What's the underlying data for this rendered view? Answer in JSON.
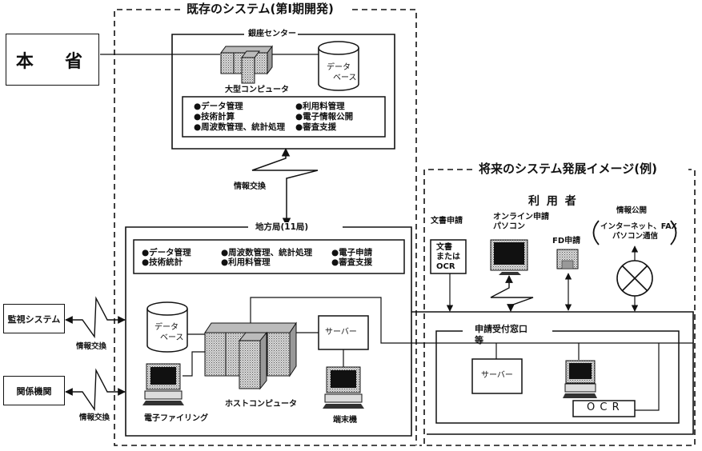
{
  "titles": {
    "existing_system": "既存のシステム(第Ⅰ期開発)",
    "future_system": "将来のシステム発展イメージ(例)"
  },
  "ministry": {
    "label": "本  省"
  },
  "ginza_center": {
    "label": "銀座センター",
    "mainframe_label": "大型コンピュータ",
    "database_label_1": "データ",
    "database_label_2": "ベース",
    "features": [
      "●データ管理",
      "●技術計算",
      "●周波数管理、統計処理",
      "●利用料管理",
      "●電子情報公開",
      "●審査支援"
    ]
  },
  "info_exchange_label": "情報交換",
  "regional_bureau": {
    "label": "地方局(11局)",
    "features": [
      "●データ管理",
      "●技術統計",
      "●周波数管理、統計処理",
      "●利用料管理",
      "●電子申請",
      "●審査支援"
    ],
    "database_label_1": "データ",
    "database_label_2": "ベース",
    "host_label": "ホストコンピュータ",
    "server_label": "サーバー",
    "terminal_label": "端末機",
    "e_filing_label": "電子ファイリング"
  },
  "external": {
    "monitoring_system": "監視システム",
    "related_orgs": "関係機関",
    "exchange_label_1": "情報交換",
    "exchange_label_2": "情報交換"
  },
  "future": {
    "users_label": "利 用 者",
    "document_application": "文書申請",
    "document_box_lines": [
      "文書",
      "または",
      "OCR"
    ],
    "online_application_1": "オンライン申請",
    "online_application_2": "パソコン",
    "fd_application": "FD申請",
    "info_disclosure": "情報公開",
    "info_disclosure_detail_1": "インターネット、FAX",
    "info_disclosure_detail_2": "パソコン通信",
    "reception_label_1": "申請受付窓口",
    "reception_label_2": "等",
    "server_label": "サーバー",
    "ocr_label": "O C R"
  }
}
